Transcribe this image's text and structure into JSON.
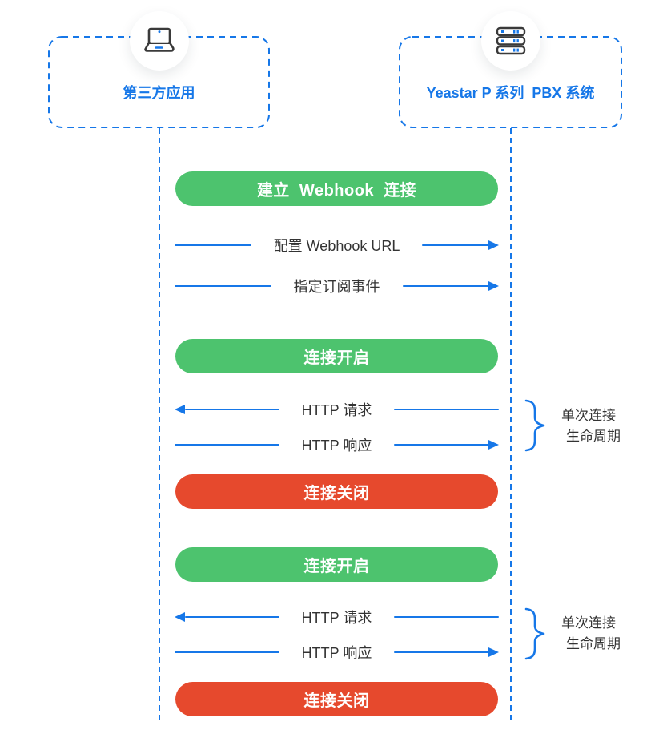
{
  "actors": [
    {
      "label": "第三方应用",
      "icon": "laptop-icon"
    },
    {
      "label": "Yeastar P 系列  PBX 系统",
      "icon": "server-icon"
    }
  ],
  "pills": [
    {
      "label": "建立  Webhook  连接",
      "variant": "green"
    },
    {
      "label": "连接开启",
      "variant": "green"
    },
    {
      "label": "连接关闭",
      "variant": "red"
    },
    {
      "label": "连接开启",
      "variant": "green"
    },
    {
      "label": "连接关闭",
      "variant": "red"
    }
  ],
  "messages": [
    {
      "label": "配置 Webhook URL",
      "direction": "right"
    },
    {
      "label": "指定订阅事件",
      "direction": "right"
    },
    {
      "label": "HTTP 请求",
      "direction": "left"
    },
    {
      "label": "HTTP 响应",
      "direction": "right"
    },
    {
      "label": "HTTP 请求",
      "direction": "left"
    },
    {
      "label": "HTTP 响应",
      "direction": "right"
    }
  ],
  "lifecycle_notes": [
    {
      "line1": "单次连接",
      "line2": "生命周期"
    },
    {
      "line1": "单次连接",
      "line2": "生命周期"
    }
  ],
  "colors": {
    "blue": "#1677e8",
    "green": "#4dc36e",
    "red": "#e6492d",
    "text_dark": "#333333",
    "pill_text": "#ffffff",
    "icon_stroke": "#3a3a3a",
    "background": "#ffffff"
  }
}
